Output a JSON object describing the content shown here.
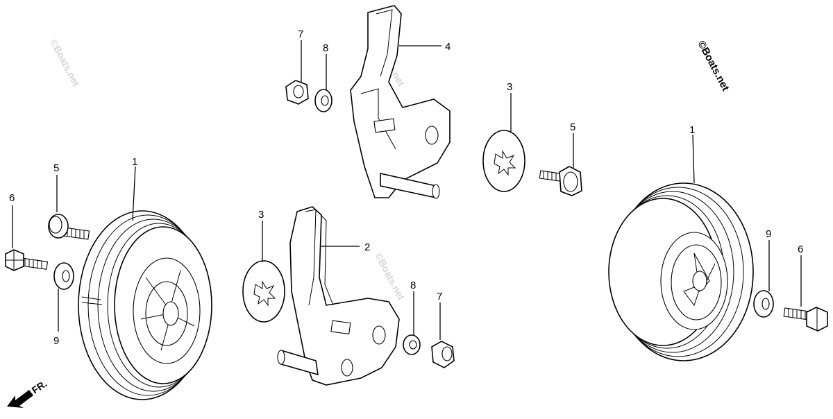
{
  "watermark": {
    "text": "©Boats.net"
  },
  "direction_label": "FR.",
  "callouts": [
    {
      "id": "c1a",
      "label": "1"
    },
    {
      "id": "c5a",
      "label": "5"
    },
    {
      "id": "c6a",
      "label": "6"
    },
    {
      "id": "c9a",
      "label": "9"
    },
    {
      "id": "c3a",
      "label": "3"
    },
    {
      "id": "c2",
      "label": "2"
    },
    {
      "id": "c8a",
      "label": "8"
    },
    {
      "id": "c7a",
      "label": "7"
    },
    {
      "id": "c7b",
      "label": "7"
    },
    {
      "id": "c8b",
      "label": "8"
    },
    {
      "id": "c4",
      "label": "4"
    },
    {
      "id": "c3b",
      "label": "3"
    },
    {
      "id": "c5b",
      "label": "5"
    },
    {
      "id": "c1b",
      "label": "1"
    },
    {
      "id": "c9b",
      "label": "9"
    },
    {
      "id": "c6b",
      "label": "6"
    }
  ]
}
